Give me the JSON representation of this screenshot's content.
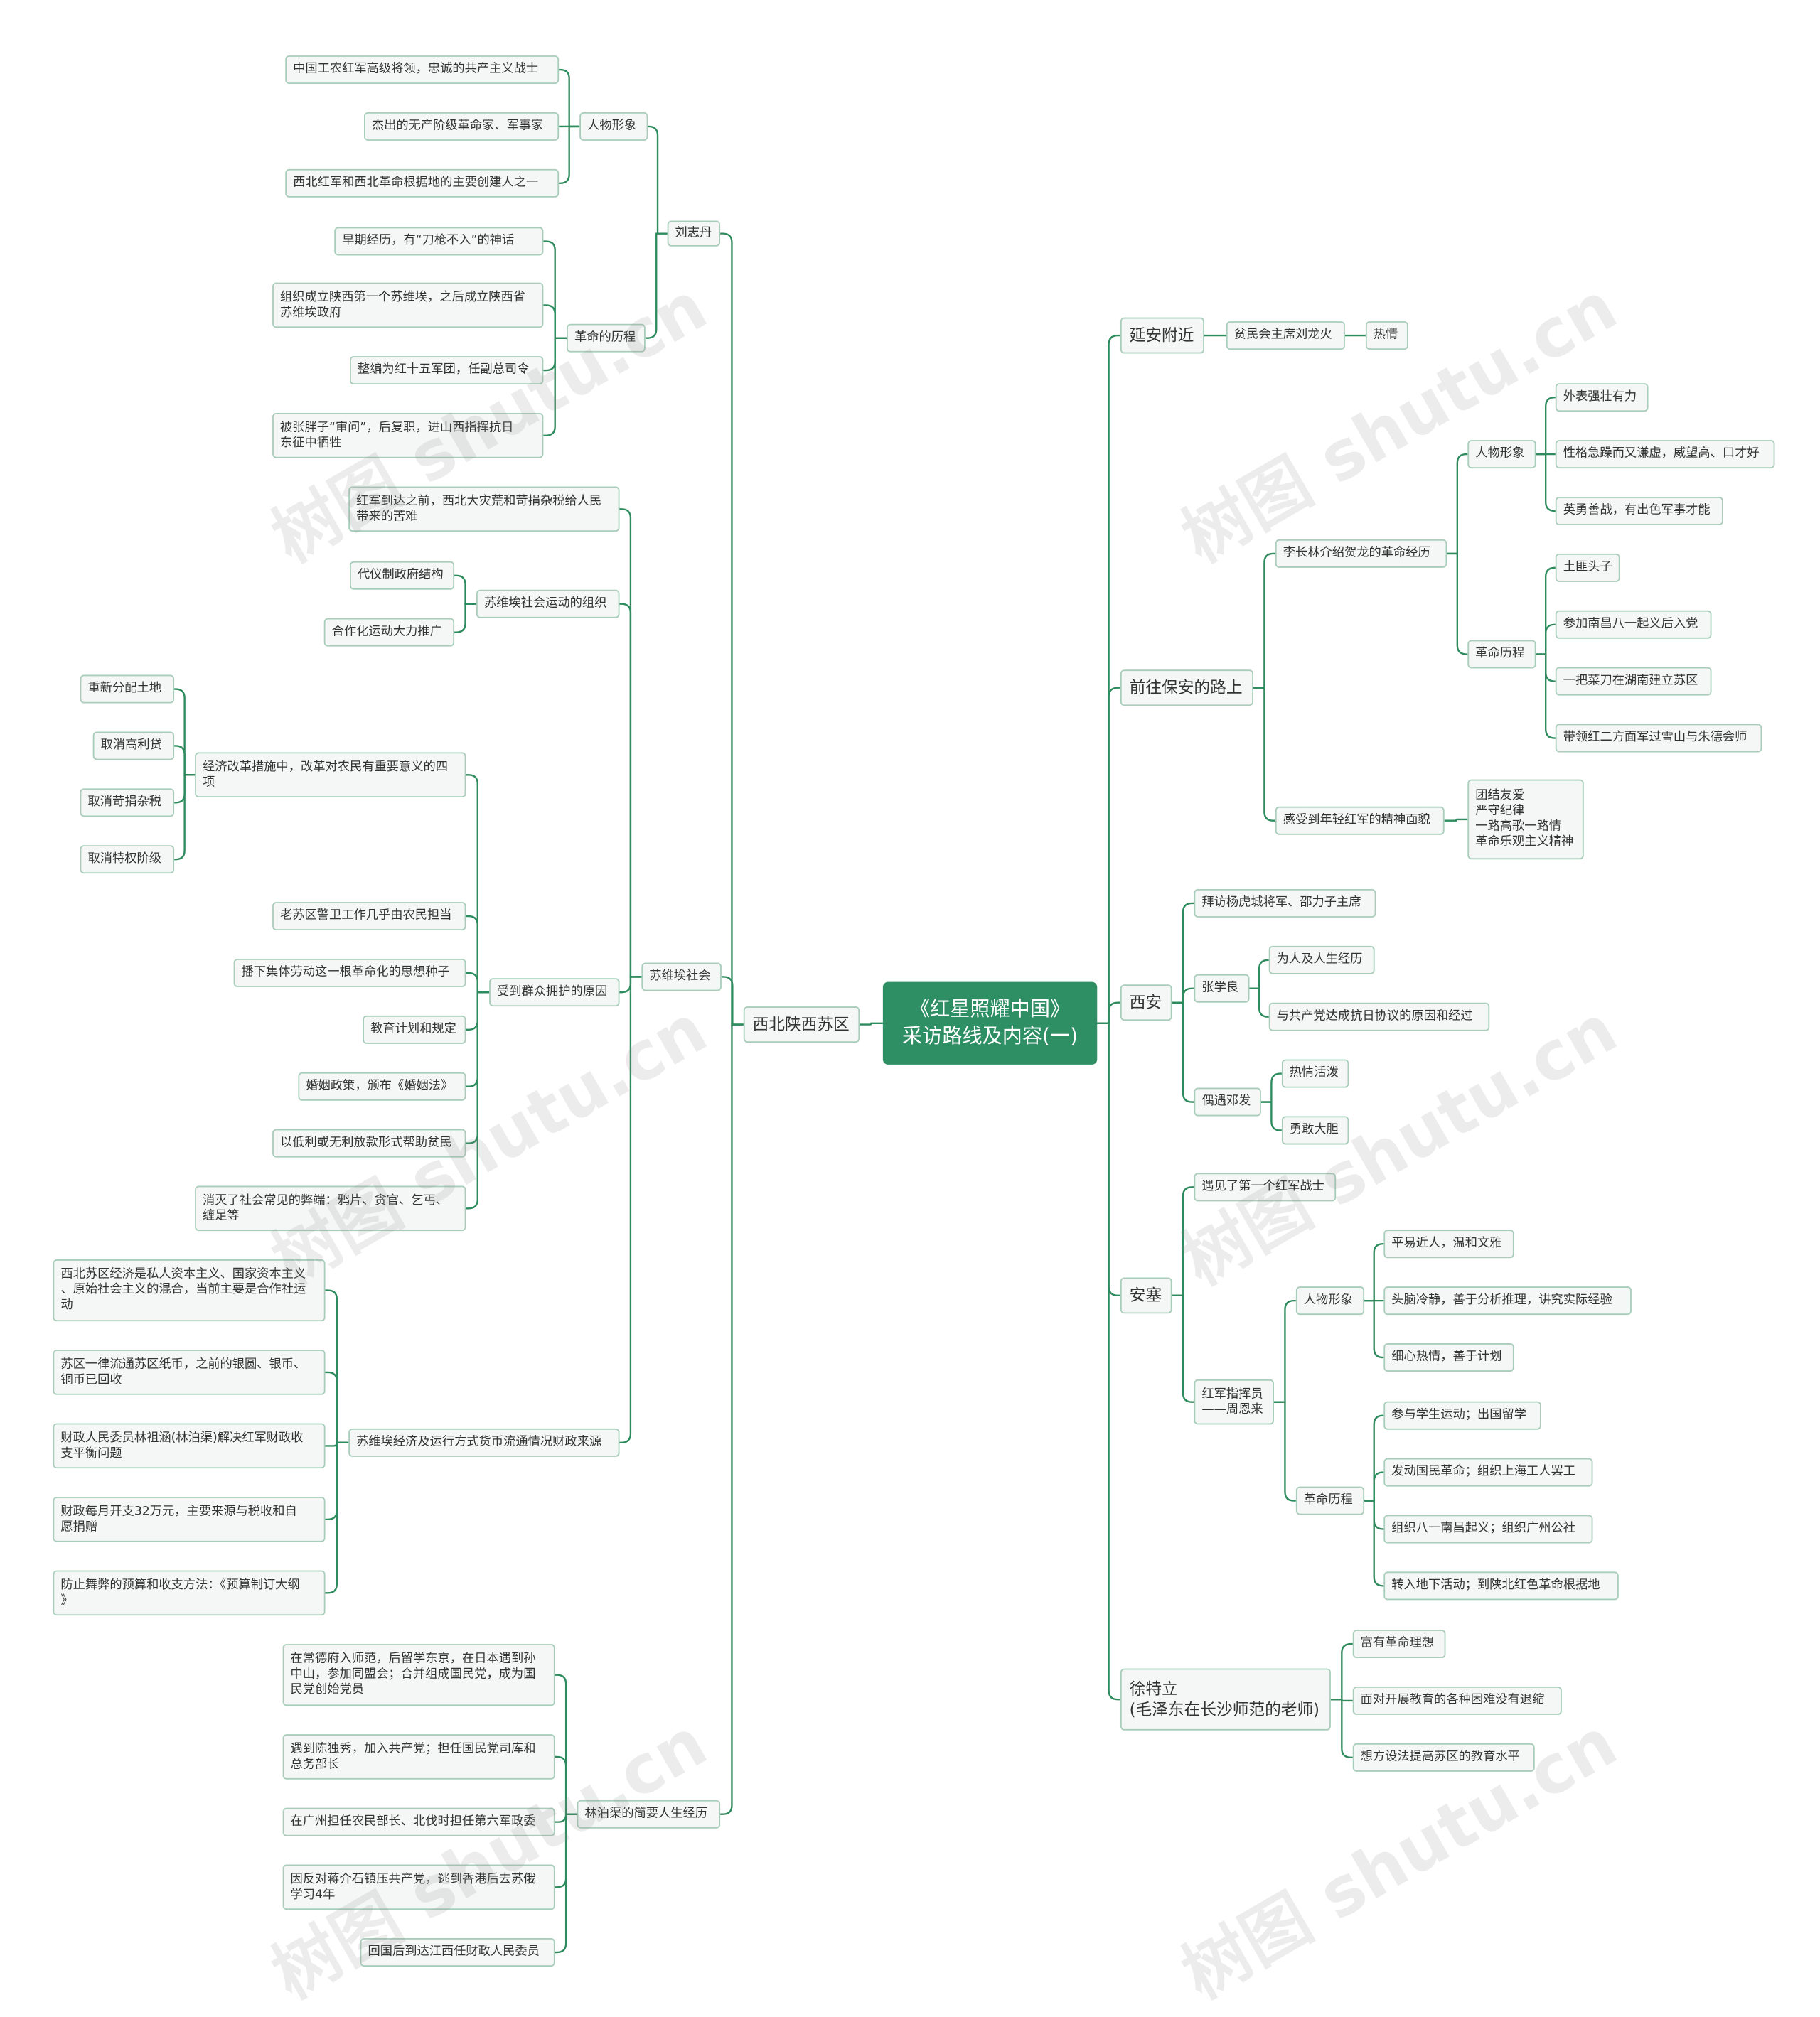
{
  "colors": {
    "line": "#2e8b5e",
    "root_bg": "#2f8f64",
    "node_bg": "#f4f7f6",
    "node_border": "#a9cdbb"
  },
  "watermark": "树图 shutu.cn",
  "root": {
    "label": "《红星照耀中国》\n采访路线及内容(一)"
  },
  "left": {
    "label": "西北陕西苏区",
    "liu_zhidan": {
      "label": "刘志丹",
      "image": {
        "label": "人物形象",
        "items": [
          "中国工农红军高级将领，忠诚的共产主义战士",
          "杰出的无产阶级革命家、军事家",
          "西北红军和西北革命根据地的主要创建人之一"
        ]
      },
      "history": {
        "label": "革命的历程",
        "items": [
          "早期经历，有“刀枪不入”的神话",
          "组织成立陕西第一个苏维埃，之后成立陕西省\n苏维埃政府",
          "整编为红十五军团，任副总司令",
          "被张胖子“审问”，后复职，进山西指挥抗日\n东征中牺牲"
        ]
      }
    },
    "soviet": {
      "label": "苏维埃社会",
      "before": "红军到达之前，西北大灾荒和苛捐杂税给人民\n带来的苦难",
      "org": {
        "label": "苏维埃社会运动的组织",
        "items": [
          "代仪制政府结构",
          "合作化运动大力推广"
        ]
      },
      "support": {
        "label": "受到群众拥护的原因",
        "reform": {
          "label": "经济改革措施中，改革对农民有重要意义的四\n项",
          "items": [
            "重新分配土地",
            "取消高利贷",
            "取消苛捐杂税",
            "取消特权阶级"
          ]
        },
        "items": [
          "老苏区警卫工作几乎由农民担当",
          "播下集体劳动这一根革命化的思想种子",
          "教育计划和规定",
          "婚姻政策，颁布《婚姻法》",
          "以低利或无利放款形式帮助贫民",
          "消灭了社会常见的弊端：鸦片、贪官、乞丐、\n缠足等"
        ]
      },
      "economy": {
        "label": "苏维埃经济及运行方式货币流通情况财政来源",
        "items": [
          "西北苏区经济是私人资本主义、国家资本主义\n、原始社会主义的混合，当前主要是合作社运\n动",
          "苏区一律流通苏区纸币，之前的银圆、银币、\n铜币已回收",
          "财政人民委员林祖涵(林泊渠)解决红军财政收\n支平衡问题",
          "财政每月开支32万元，主要来源与税收和自\n愿捐赠",
          "防止舞弊的预算和收支方法：《预算制订大纲\n》"
        ]
      }
    },
    "lin": {
      "label": "林泊渠的简要人生经历",
      "items": [
        "在常德府入师范，后留学东京，在日本遇到孙\n中山，参加同盟会；合并组成国民党，成为国\n民党创始党员",
        "遇到陈独秀，加入共产党；担任国民党司库和\n总务部长",
        "在广州担任农民部长、北伐时担任第六军政委",
        "因反对蒋介石镇压共产党，逃到香港后去苏俄\n学习4年",
        "回国后到达江西任财政人民委员"
      ]
    }
  },
  "right": {
    "yanan": {
      "label": "延安附近",
      "chair": "贫民会主席刘龙火",
      "trait": "热情"
    },
    "baoan": {
      "label": "前往保安的路上",
      "li": {
        "label": "李长林介绍贺龙的革命经历",
        "image": {
          "label": "人物形象",
          "items": [
            "外表强壮有力",
            "性格急躁而又谦虚，威望高、口才好",
            "英勇善战，有出色军事才能"
          ]
        },
        "history": {
          "label": "革命历程",
          "items": [
            "土匪头子",
            "参加南昌八一起义后入党",
            "一把菜刀在湖南建立苏区",
            "带领红二方面军过雪山与朱德会师"
          ]
        }
      },
      "spirit": {
        "label": "感受到年轻红军的精神面貌",
        "detail": "团结友爱\n严守纪律\n一路高歌一路情\n革命乐观主义精神"
      }
    },
    "xian": {
      "label": "西安",
      "visit": "拜访杨虎城将军、邵力子主席",
      "zhang": {
        "label": "张学良",
        "items": [
          "为人及人生经历",
          "与共产党达成抗日协议的原因和经过"
        ]
      },
      "deng": {
        "label": "偶遇邓发",
        "items": [
          "热情活泼",
          "勇敢大胆"
        ]
      }
    },
    "ansai": {
      "label": "安塞",
      "first": "遇见了第一个红军战士",
      "zhou": {
        "label": "红军指挥员\n——周恩来",
        "image": {
          "label": "人物形象",
          "items": [
            "平易近人，温和文雅",
            "头脑冷静，善于分析推理，讲究实际经验",
            "细心热情，善于计划"
          ]
        },
        "history": {
          "label": "革命历程",
          "items": [
            "参与学生运动；出国留学",
            "发动国民革命；组织上海工人罢工",
            "组织八一南昌起义；组织广州公社",
            "转入地下活动；到陕北红色革命根据地"
          ]
        }
      }
    },
    "xu": {
      "label": "徐特立\n(毛泽东在长沙师范的老师)",
      "items": [
        "富有革命理想",
        "面对开展教育的各种困难没有退缩",
        "想方设法提高苏区的教育水平"
      ]
    }
  }
}
